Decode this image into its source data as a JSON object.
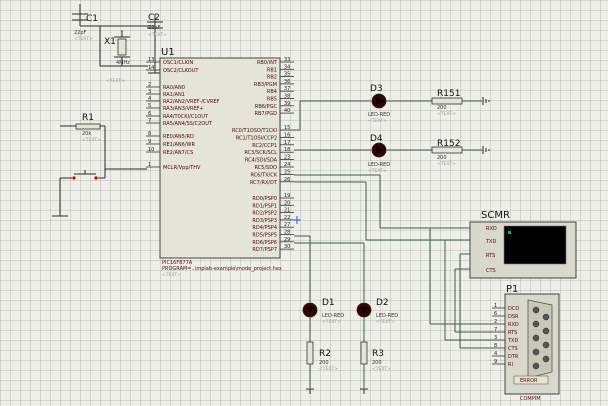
{
  "components": {
    "crystal": {
      "ref": "X1",
      "value": "4MHz",
      "text": "<TEXT>"
    },
    "cap1": {
      "ref": "C1",
      "value": "22pF",
      "text": "<TEXT>"
    },
    "cap2": {
      "ref": "C2",
      "value": "22pF",
      "text": "<TEXT>"
    },
    "mcu": {
      "ref": "U1",
      "part": "PIC16F877A",
      "program": "PROGRAM=..\\mplab-example\\mode_project.hex",
      "text": "<TEXT>",
      "left_pins": [
        {
          "num": "13",
          "name": "OSC1/CLKIN"
        },
        {
          "num": "14",
          "name": "OSC2/CLKOUT"
        },
        {
          "num": "2",
          "name": "RA0/AN0"
        },
        {
          "num": "3",
          "name": "RA1/AN1"
        },
        {
          "num": "4",
          "name": "RA2/AN2/VREF-/CVREF"
        },
        {
          "num": "5",
          "name": "RA3/AN3/VREF+"
        },
        {
          "num": "6",
          "name": "RA4/T0CKI/C1OUT"
        },
        {
          "num": "7",
          "name": "RA5/AN4/SS/C2OUT"
        },
        {
          "num": "8",
          "name": "RE0/AN5/RD"
        },
        {
          "num": "9",
          "name": "RE1/AN6/WR"
        },
        {
          "num": "10",
          "name": "RE2/AN7/CS"
        },
        {
          "num": "1",
          "name": "MCLR/Vpp/THV"
        }
      ],
      "right_pins": [
        {
          "num": "33",
          "name": "RB0/INT"
        },
        {
          "num": "34",
          "name": "RB1"
        },
        {
          "num": "35",
          "name": "RB2"
        },
        {
          "num": "36",
          "name": "RB3/PGM"
        },
        {
          "num": "37",
          "name": "RB4"
        },
        {
          "num": "38",
          "name": "RB5"
        },
        {
          "num": "39",
          "name": "RB6/PGC"
        },
        {
          "num": "40",
          "name": "RB7/PGD"
        },
        {
          "num": "15",
          "name": "RC0/T1OSO/T1CKI"
        },
        {
          "num": "16",
          "name": "RC1/T1OSI/CCP2"
        },
        {
          "num": "17",
          "name": "RC2/CCP1"
        },
        {
          "num": "18",
          "name": "RC3/SCK/SCL"
        },
        {
          "num": "23",
          "name": "RC4/SDI/SDA"
        },
        {
          "num": "24",
          "name": "RC5/SDO"
        },
        {
          "num": "25",
          "name": "RC6/TX/CK"
        },
        {
          "num": "26",
          "name": "RC7/RX/DT"
        },
        {
          "num": "19",
          "name": "RD0/PSP0"
        },
        {
          "num": "20",
          "name": "RD1/PSP1"
        },
        {
          "num": "21",
          "name": "RD2/PSP2"
        },
        {
          "num": "22",
          "name": "RD3/PSP3"
        },
        {
          "num": "27",
          "name": "RD4/PSP4"
        },
        {
          "num": "28",
          "name": "RD5/PSP5"
        },
        {
          "num": "29",
          "name": "RD6/PSP6"
        },
        {
          "num": "30",
          "name": "RD7/PSP7"
        }
      ]
    },
    "r1": {
      "ref": "R1",
      "value": "20k",
      "text": "<TEXT>"
    },
    "d3": {
      "ref": "D3",
      "value": "LED-RED",
      "text": "<TEXT>"
    },
    "d4": {
      "ref": "D4",
      "value": "LED-RED",
      "text": "<TEXT>"
    },
    "r151": {
      "ref": "R151",
      "value": "200",
      "text": "<TEXT>"
    },
    "r152": {
      "ref": "R152",
      "value": "200",
      "text": "<TEXT>"
    },
    "d1": {
      "ref": "D1",
      "value": "LED-RED",
      "text": "<TEXT>"
    },
    "d2": {
      "ref": "D2",
      "value": "LED-RED",
      "text": "<TEXT>"
    },
    "r2": {
      "ref": "R2",
      "value": "200",
      "text": "<TEXT>"
    },
    "r3": {
      "ref": "R3",
      "value": "200",
      "text": "<TEXT>"
    },
    "scmr": {
      "ref": "SCMR",
      "pins": [
        "RXD",
        "TXD",
        "RTS",
        "CTS"
      ]
    },
    "p1": {
      "ref": "P1",
      "value": "COMPIM",
      "error": "ERROR",
      "pins": [
        {
          "num": "1",
          "name": "DCD"
        },
        {
          "num": "6",
          "name": "DSR"
        },
        {
          "num": "2",
          "name": "RXD"
        },
        {
          "num": "7",
          "name": "RTS"
        },
        {
          "num": "3",
          "name": "TXD"
        },
        {
          "num": "8",
          "name": "CTS"
        },
        {
          "num": "4",
          "name": "DTR"
        },
        {
          "num": "9",
          "name": "RI"
        }
      ]
    }
  },
  "colors": {
    "sheet": "#efefea",
    "component_body": "#e4e4d8",
    "wire": "#3f5f3f",
    "pin_text": "#4a0a0a",
    "terminal_screen": "#000000"
  }
}
